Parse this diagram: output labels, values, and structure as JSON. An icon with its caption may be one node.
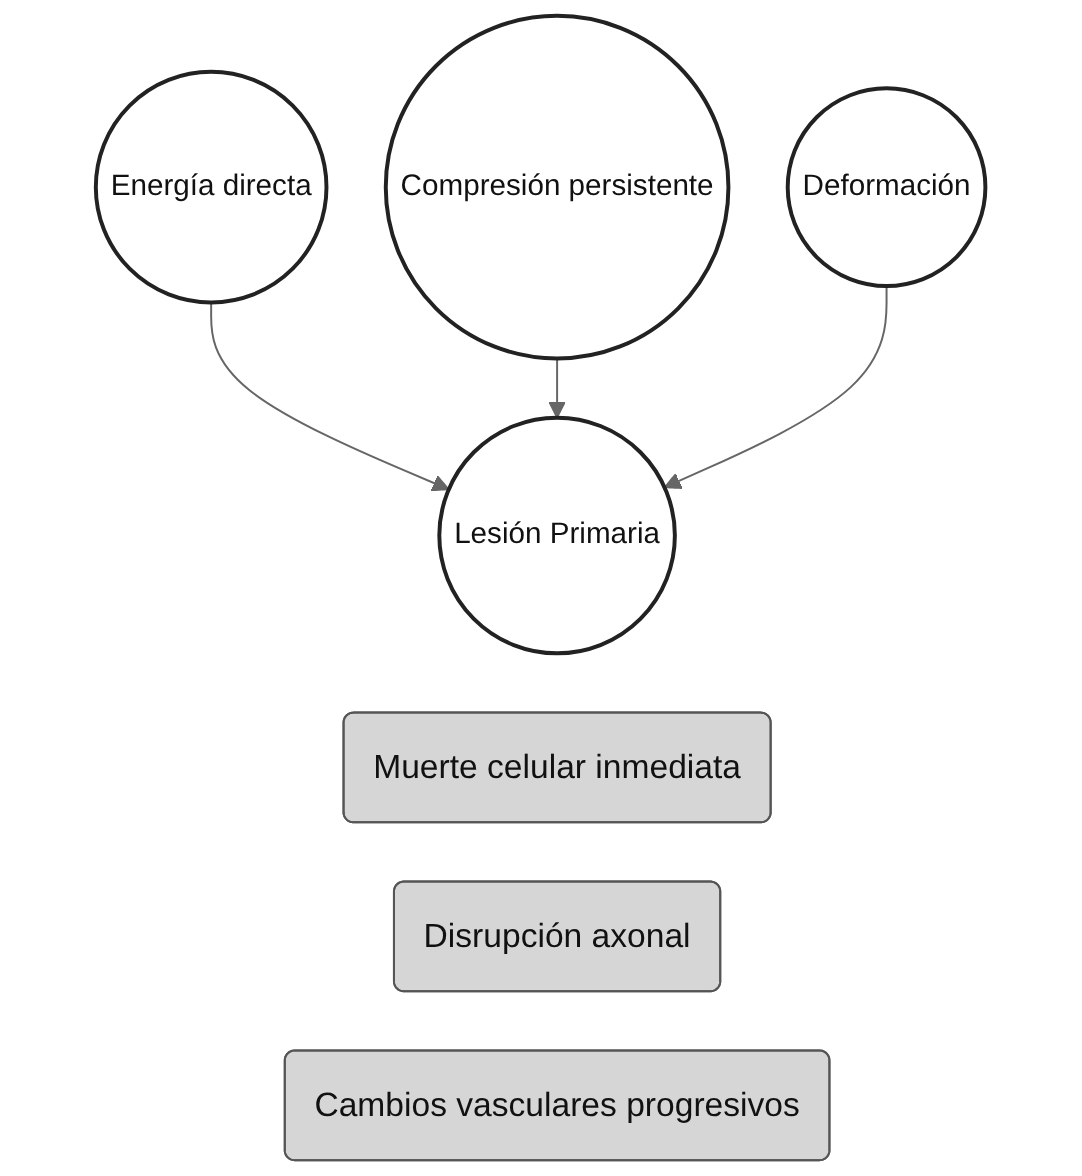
{
  "diagram": {
    "nodes": [
      {
        "text": [
          "Energía directa"
        ]
      },
      {
        "text": [
          "Lesión Primaria"
        ]
      },
      {
        "text": [
          "Compresión persistente"
        ]
      },
      {
        "text": [
          "Deformación"
        ]
      },
      {
        "text": [
          "Muerte celular inmediata"
        ]
      },
      {
        "text": [
          "Disrupción axonal"
        ]
      },
      {
        "text": [
          "Cambios vasculares progresivos"
        ]
      }
    ],
    "edges": [
      {
        "from": 0,
        "to": 1,
        "arrow": "to"
      },
      {
        "from": 2,
        "to": 1,
        "arrow": "to"
      },
      {
        "from": 3,
        "to": 1,
        "arrow": "to"
      }
    ]
  }
}
